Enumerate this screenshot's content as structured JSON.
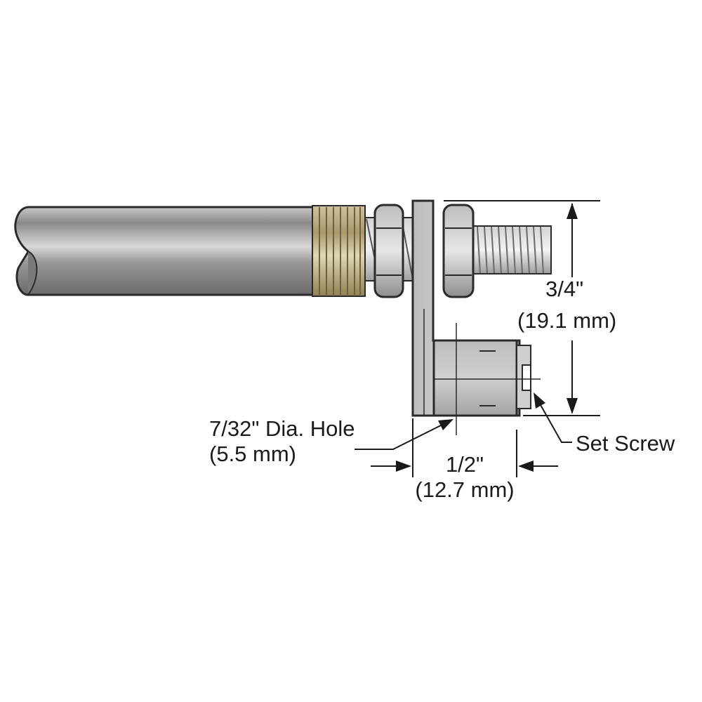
{
  "labels": {
    "height_in": "3/4\"",
    "height_mm": "(19.1 mm)",
    "hole_in": "7/32\" Dia. Hole",
    "hole_mm": "(5.5 mm)",
    "width_in": "1/2\"",
    "width_mm": "(12.7 mm)",
    "set_screw": "Set Screw"
  }
}
